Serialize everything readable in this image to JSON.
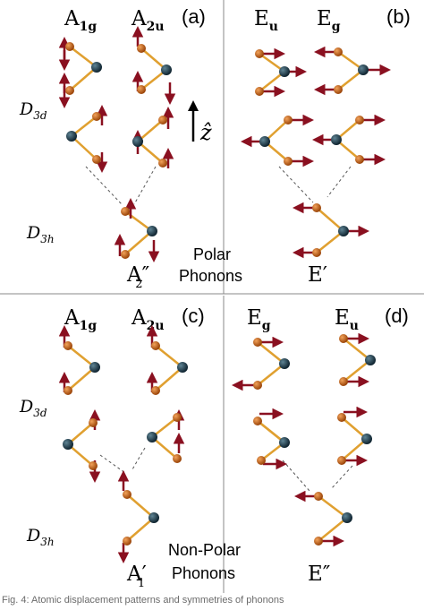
{
  "quadrants": {
    "a": {
      "panel": "(a)",
      "mode1": "A",
      "mode1_sub": "1g",
      "mode2": "A",
      "mode2_sub": "2u",
      "result": "A",
      "result_sub": "2",
      "result_primes": "″"
    },
    "b": {
      "panel": "(b)",
      "mode1": "E",
      "mode1_sub": "u",
      "mode2": "E",
      "mode2_sub": "g",
      "result": "E",
      "result_primes": "′"
    },
    "c": {
      "panel": "(c)",
      "mode1": "A",
      "mode1_sub": "1g",
      "mode2": "A",
      "mode2_sub": "2u",
      "result": "A",
      "result_sub": "1",
      "result_primes": "′"
    },
    "d": {
      "panel": "(d)",
      "mode1": "E",
      "mode1_sub": "g",
      "mode2": "E",
      "mode2_sub": "u",
      "result": "E",
      "result_primes": "″"
    }
  },
  "symmetry": {
    "d3d": "D",
    "d3d_sub": "3d",
    "d3h": "D",
    "d3h_sub": "3h"
  },
  "axis_label": "ẑ",
  "polar_label": [
    "Polar",
    "Phonons"
  ],
  "nonpolar_label": [
    "Non-Polar",
    "Phonons"
  ],
  "caption": "Fig. 4: Atomic displacement patterns and symmetries of phonons",
  "colors": {
    "bond": "#e0a030",
    "ligand_atom": "#b85a10",
    "metal_atom": "#1d3b48",
    "arrow": "#8a1020",
    "divider": "#888888"
  }
}
